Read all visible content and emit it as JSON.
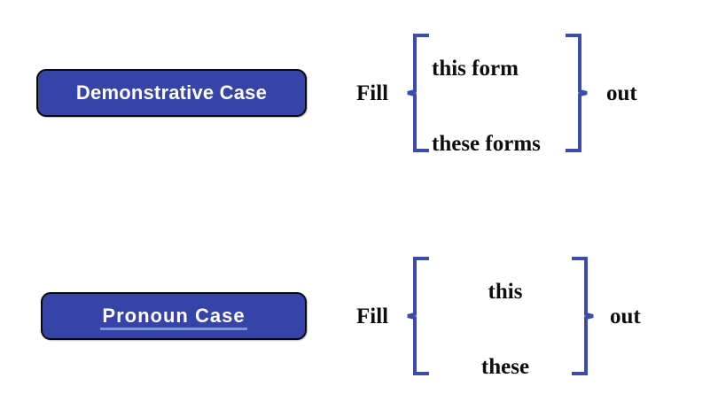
{
  "slide": {
    "background_color": "#ffffff",
    "accent_color": "#3544a6",
    "brace_color": "#3b4cab",
    "underline_color": "#7d97de",
    "text_color": "#0d0d0d",
    "button_text_color": "#ffffff",
    "button_border_color": "#0a0a0a"
  },
  "groups": [
    {
      "id": "demonstrative",
      "button_label": "Demonstrative Case",
      "button_underlined": false,
      "verb_before": "Fill",
      "verb_after": "out",
      "options": [
        "this form",
        "these forms"
      ],
      "left_brace": "left-curly-brace",
      "right_brace": "right-curly-brace"
    },
    {
      "id": "pronoun",
      "button_label": "Pronoun  Case",
      "button_underlined": true,
      "verb_before": "Fill",
      "verb_after": "out",
      "options": [
        "this",
        "these"
      ],
      "left_brace": "left-curly-brace",
      "right_brace": "right-curly-brace"
    }
  ]
}
